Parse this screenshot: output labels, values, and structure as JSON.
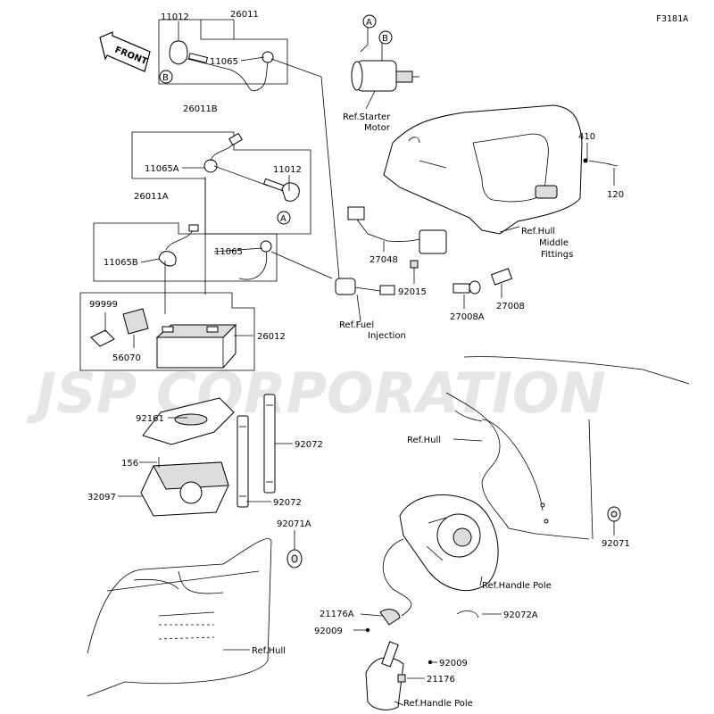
{
  "figure_code": "F3181A",
  "front_label": "FRONT",
  "watermark": "JSP CORPORATION",
  "parts": {
    "p26011": "26011",
    "p11012_top": "11012",
    "p11065_top": "11065",
    "p26011B": "26011B",
    "p11065A": "11065A",
    "p11012_mid": "11012",
    "p26011A": "26011A",
    "p11065_mid": "11065",
    "p11065B": "11065B",
    "p99999": "99999",
    "p56070": "56070",
    "p26012": "26012",
    "p92161": "92161",
    "p156": "156",
    "p32097": "32097",
    "p92072_a": "92072",
    "p92072_b": "92072",
    "p92071A": "92071A",
    "p410": "410",
    "p120": "120",
    "p27048": "27048",
    "p92015": "92015",
    "p27008A": "27008A",
    "p27008": "27008",
    "p92071": "92071",
    "p21176A": "21176A",
    "p92009_a": "92009",
    "p92072A": "92072A",
    "p92009_b": "92009",
    "p21176": "21176"
  },
  "refs": {
    "starter_motor_1": "Ref.Starter",
    "starter_motor_2": "Motor",
    "hull_middle_1": "Ref.Hull",
    "hull_middle_2": "Middle",
    "hull_middle_3": "Fittings",
    "fuel_injection_1": "Ref.Fuel",
    "fuel_injection_2": "Injection",
    "hull_right": "Ref.Hull",
    "handle_pole_1": "Ref.Handle Pole",
    "hull_bottom": "Ref.Hull",
    "handle_pole_2": "Ref.Handle Pole"
  },
  "markers": {
    "a_top": "A",
    "b_top": "B",
    "b_left": "B",
    "a_mid": "A"
  }
}
